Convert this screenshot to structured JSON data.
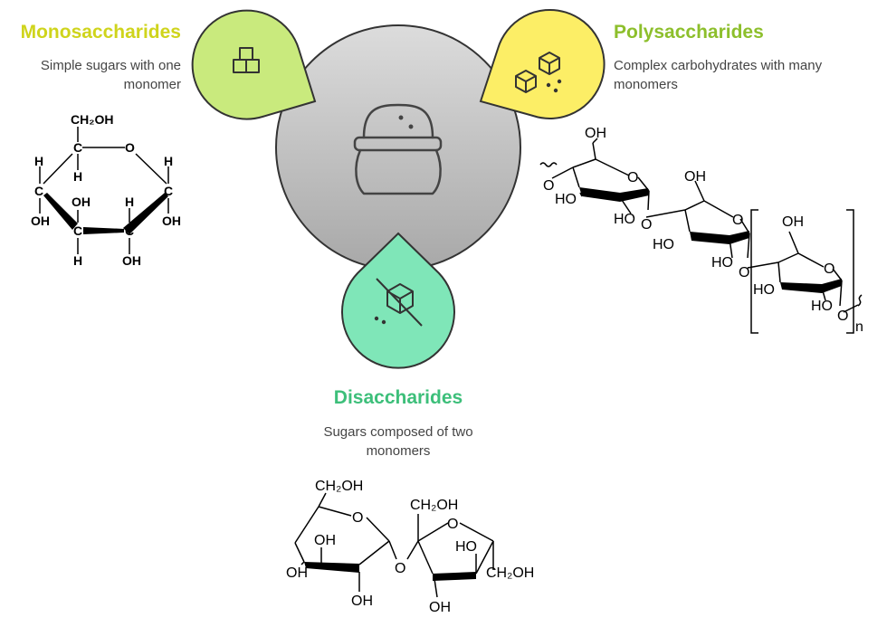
{
  "colors": {
    "monosaccharides": "#cfd41c",
    "polysaccharides": "#8dbf2c",
    "disaccharides": "#3dbf7a",
    "mono_badge": "#c9ea7d",
    "poly_badge": "#fcee66",
    "di_badge": "#7fe6b8",
    "center_circle": "#b8b8b8"
  },
  "icons": {
    "center": "flour-sack-icon",
    "mono": "single-cube-icon",
    "poly": "multiple-cubes-icon",
    "di": "no-cube-icon"
  },
  "monosaccharides": {
    "title": "Monosaccharides",
    "description": "Simple sugars with one monomer",
    "structure": {
      "ch2oh": "CH₂OH",
      "o": "O",
      "c": "C",
      "h": "H",
      "oh": "OH"
    }
  },
  "polysaccharides": {
    "title": "Polysaccharides",
    "description": "Complex carbohydrates with many monomers",
    "structure": {
      "oh": "OH",
      "ho": "HO",
      "o": "O",
      "n": "n"
    }
  },
  "disaccharides": {
    "title": "Disaccharides",
    "description": "Sugars composed of two monomers",
    "structure": {
      "ch2oh": "CH₂OH",
      "oh": "OH",
      "ho": "HO",
      "o": "O"
    }
  }
}
